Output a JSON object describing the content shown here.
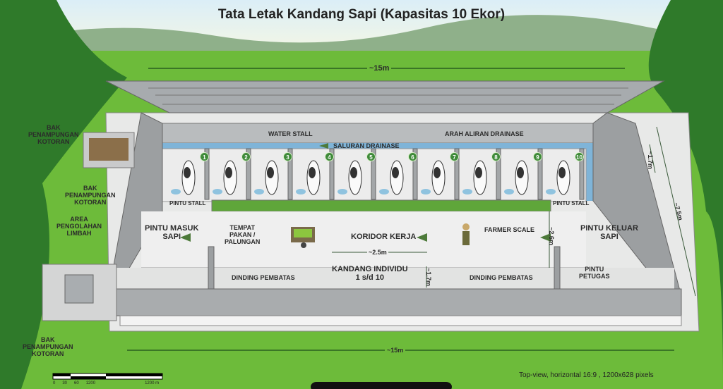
{
  "title": "Tata Letak Kandang Sapi (Kapasitas 10 Ekor)",
  "colors": {
    "grass": "#6dbb3a",
    "concrete": "#e6e7e6",
    "wall": "#9c9fa1",
    "drain": "#7fb4d8",
    "badge": "#3f8a3a",
    "feed": "#5fa63a"
  },
  "stall_numbers": [
    "1",
    "2",
    "3",
    "4",
    "5",
    "6",
    "7",
    "8",
    "9",
    "10"
  ],
  "labels": {
    "water_stall": "WATER STALL",
    "saluran_drainase": "SALURAN DRAINASE",
    "arah_aliran": "ARAH ALIRAN DRAINASE",
    "bak_1": [
      "BAK",
      "PENAMPUNGAN",
      "KOTORAN"
    ],
    "bak_2": [
      "BAK",
      "PENAMPUNGAN",
      "KOTORAN"
    ],
    "bak_3": [
      "BAK",
      "PENAMPUNGAN",
      "KOTORAN"
    ],
    "area_limbah": [
      "AREA",
      "PENGOLAHAN",
      "LIMBAH"
    ],
    "pintu_stall_left": "PINTU STALL",
    "pintu_stall_right": "PINTU STALL",
    "pintu_masuk": [
      "PINTU MASUK",
      "SAPI"
    ],
    "tempat_pakan": [
      "TEMPAT",
      "PAKAN /",
      "PALUNGAN"
    ],
    "koridor": "KORIDOR KERJA",
    "farmer_scale": "FARMER SCALE",
    "pintu_keluar": [
      "PINTU KELUAR",
      "SAPI"
    ],
    "kandang_individu": [
      "KANDANG INDIVIDU",
      "1 s/d 10"
    ],
    "dinding_left": "DINDING PEMBATAS",
    "dinding_right": "DINDING PEMBATAS",
    "pintu_petugas": [
      "PINTU",
      "PETUGAS"
    ]
  },
  "dimensions": {
    "top_width": "~15m",
    "bottom_width": "~15m",
    "corridor_width": "~2.5m",
    "corridor_depth": "~2.6m",
    "stall_depth_top": "~1.7m",
    "stall_depth_bottom": "~1.7m",
    "total_depth": "~7.5m"
  },
  "caption": "Top-view, horizontal 16:9 , 1200x628 pixels",
  "scale_bar": {
    "ticks": [
      "0",
      "30",
      "60",
      "1200"
    ],
    "end": "1200 m"
  }
}
